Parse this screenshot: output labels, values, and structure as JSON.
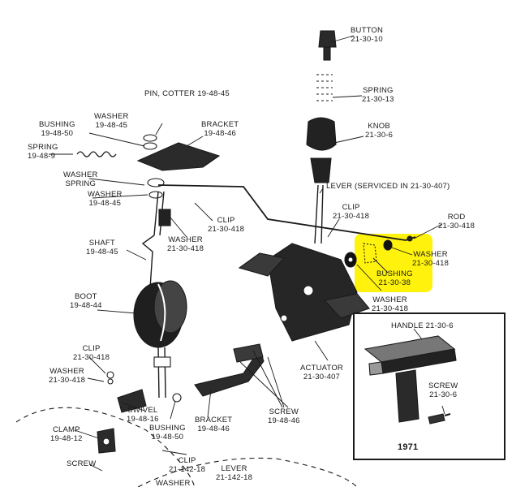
{
  "colors": {
    "ink": "#1a1a1a",
    "highlight": "#fff200",
    "paper": "#ffffff"
  },
  "labels": {
    "button": {
      "name": "BUTTON",
      "part": "21-30-10"
    },
    "spring_right": {
      "name": "SPRING",
      "part": "21-30-13"
    },
    "knob": {
      "name": "KNOB",
      "part": "21-30-6"
    },
    "pin_cotter": {
      "name": "PIN, COTTER 19-48-45"
    },
    "washer_top": {
      "name": "WASHER",
      "part": "19-48-45"
    },
    "bracket_top": {
      "name": "BRACKET",
      "part": "19-48-46"
    },
    "bushing_top": {
      "name": "BUSHING",
      "part": "19-48-50"
    },
    "spring_left": {
      "name": "SPRING",
      "part": "19-48-9"
    },
    "washer_spring": {
      "name": "WASHER",
      "part": "SPRING"
    },
    "washer_mid": {
      "name": "WASHER",
      "part": "19-48-45"
    },
    "lever": {
      "name": "LEVER (SERVICED IN 21-30-407)"
    },
    "clip_mid_left": {
      "name": "CLIP",
      "part": "21-30-418"
    },
    "washer_mid_left": {
      "name": "WASHER",
      "part": "21-30-418"
    },
    "clip_center": {
      "name": "CLIP",
      "part": "21-30-418"
    },
    "rod": {
      "name": "ROD",
      "part": "21-30-418"
    },
    "washer_right": {
      "name": "WASHER",
      "part": "21-30-418"
    },
    "bushing_highlight": {
      "name": "BUSHING",
      "part": "21-30-38"
    },
    "washer_lower_right": {
      "name": "WASHER",
      "part": "21-30-418"
    },
    "shaft": {
      "name": "SHAFT",
      "part": "19-48-45"
    },
    "boot": {
      "name": "BOOT",
      "part": "19-48-44"
    },
    "clip_lower_left": {
      "name": "CLIP",
      "part": "21-30-418"
    },
    "washer_lower_left": {
      "name": "WASHER",
      "part": "21-30-418"
    },
    "swivel": {
      "name": "SWIVEL",
      "part": "19-48-16"
    },
    "clamp": {
      "name": "CLAMP",
      "part": "19-48-12"
    },
    "bushing_bottom": {
      "name": "BUSHING",
      "part": "19-48-50"
    },
    "bracket_bottom": {
      "name": "BRACKET",
      "part": "19-48-46"
    },
    "screw_bottom": {
      "name": "SCREW",
      "part": "19-48-46"
    },
    "actuator": {
      "name": "ACTUATOR",
      "part": "21-30-407"
    },
    "screw_far_left": {
      "name": "SCREW"
    },
    "clip_bottom": {
      "name": "CLIP",
      "part": "21-142-18"
    },
    "lever_bottom": {
      "name": "LEVER",
      "part": "21-142-18"
    },
    "washer_bottom": {
      "name": "WASHER"
    }
  },
  "inset": {
    "handle": {
      "name": "HANDLE 21-30-6"
    },
    "screw": {
      "name": "SCREW",
      "part": "21-30-6"
    },
    "year": "1971"
  }
}
